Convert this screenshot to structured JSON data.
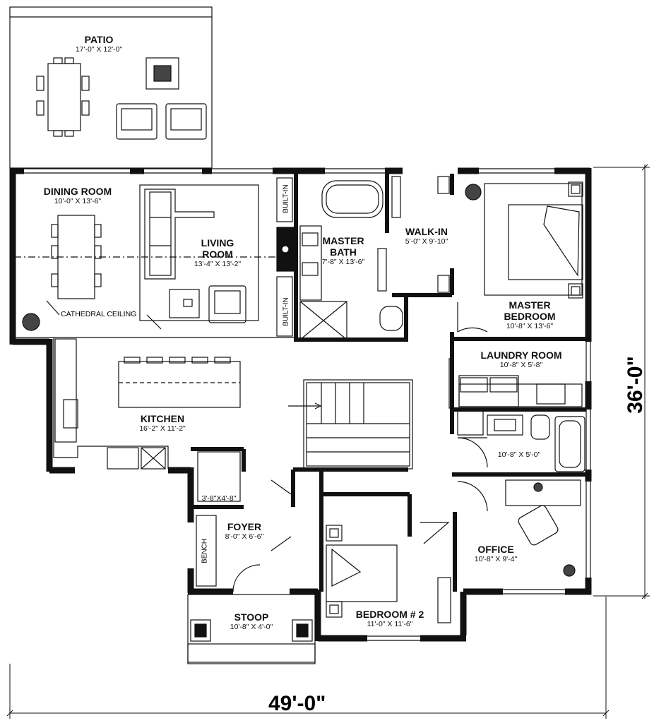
{
  "rooms": {
    "patio": {
      "name": "PATIO",
      "dims": "17'-0\" X 12'-0\""
    },
    "dining": {
      "name": "DINING ROOM",
      "dims": "10'-0\" X 13'-6\""
    },
    "living": {
      "name1": "LIVING",
      "name2": "ROOM",
      "dims": "13'-4\" X 13'-2\""
    },
    "master_bath": {
      "name1": "MASTER",
      "name2": "BATH",
      "dims": "7'-8\" X 13'-6\""
    },
    "walk_in": {
      "name": "WALK-IN",
      "dims": "5'-0\" X 9'-10\""
    },
    "master_bedroom": {
      "name1": "MASTER",
      "name2": "BEDROOM",
      "dims": "10'-8\" X 13'-6\""
    },
    "laundry": {
      "name": "LAUNDRY ROOM",
      "dims": "10'-8\" X 5'-8\""
    },
    "bath2": {
      "dims": "10'-8\" X 5'-0\""
    },
    "kitchen": {
      "name": "KITCHEN",
      "dims": "16'-2\" X 11'-2\""
    },
    "closet": {
      "dims": "3'-8\"X4'-8\""
    },
    "foyer": {
      "name": "FOYER",
      "dims": "8'-0\" X 6'-6\""
    },
    "office": {
      "name": "OFFICE",
      "dims": "10'-8\" X 9'-4\""
    },
    "bedroom2": {
      "name": "BEDROOM # 2",
      "dims": "11'-0\" X 11'-6\""
    },
    "stoop": {
      "name": "STOOP",
      "dims": "10'-8\" X 4'-0\""
    }
  },
  "notes": {
    "cathedral": "CATHEDRAL CEILING",
    "builtin_top": "BUILT-IN",
    "builtin_bottom": "BUILT-IN",
    "bench": "BENCH"
  },
  "dimensions": {
    "width": "49'-0\"",
    "depth": "36'-0\""
  }
}
